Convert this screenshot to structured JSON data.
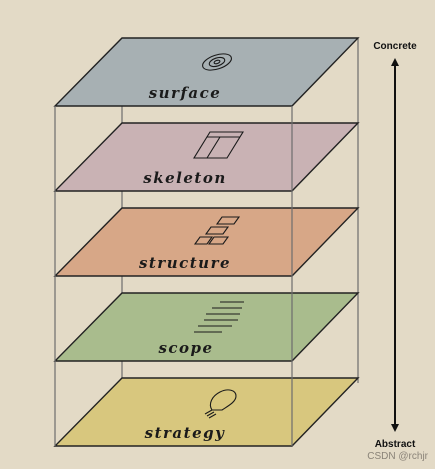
{
  "diagram": {
    "planes": [
      {
        "label": "surface",
        "color": "#a7b0b3",
        "icon": "eye-icon"
      },
      {
        "label": "skeleton",
        "color": "#c9b2b4",
        "icon": "wireframe-icon"
      },
      {
        "label": "structure",
        "color": "#d7a787",
        "icon": "sitemap-icon"
      },
      {
        "label": "scope",
        "color": "#a9bc8d",
        "icon": "list-icon"
      },
      {
        "label": "strategy",
        "color": "#d8c77e",
        "icon": "lightbulb-icon"
      }
    ],
    "axis": {
      "top_label": "Concrete",
      "bottom_label": "Abstract"
    }
  },
  "watermark": "CSDN @rchjr"
}
